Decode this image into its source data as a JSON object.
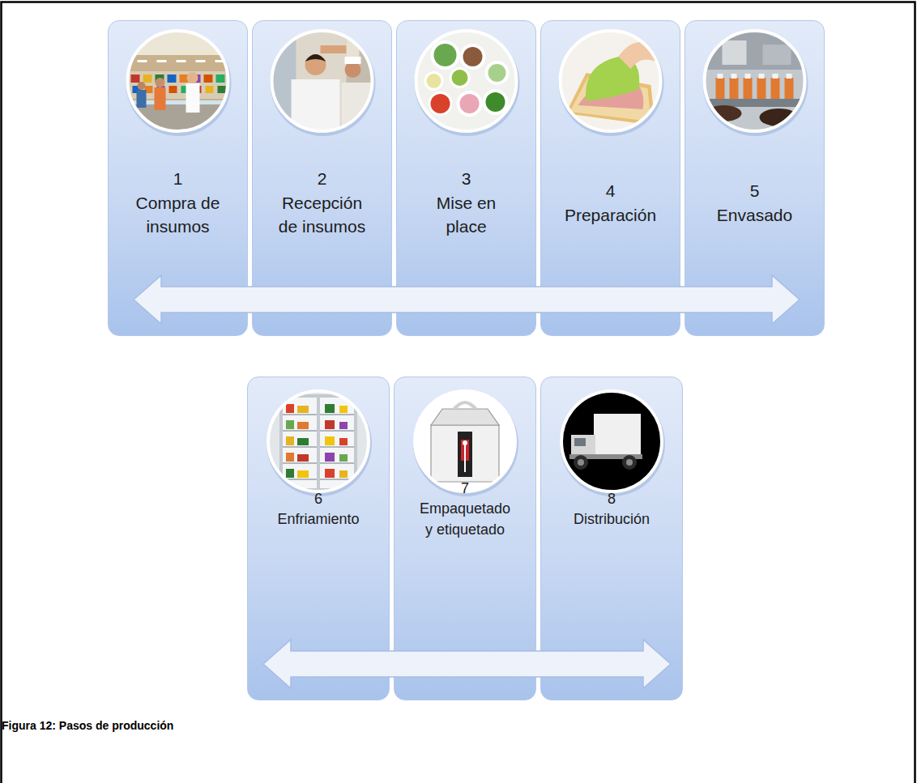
{
  "diagram": {
    "caption": "Figura 12: Pasos de producción",
    "nodes": [
      {
        "text": [
          "1",
          "Compra de insumos"
        ]
      },
      {
        "text": [
          "2",
          "Recepción de insumos"
        ]
      },
      {
        "text": [
          "3",
          "Mise en place"
        ]
      },
      {
        "text": [
          "4",
          "Preparación"
        ]
      },
      {
        "text": [
          "5",
          "Envasado"
        ]
      },
      {
        "text": [
          "6",
          "Enfriamiento"
        ]
      },
      {
        "text": [
          "7",
          "Empaquetado y etiquetado"
        ]
      },
      {
        "text": [
          "8",
          "Distribución"
        ]
      }
    ]
  }
}
